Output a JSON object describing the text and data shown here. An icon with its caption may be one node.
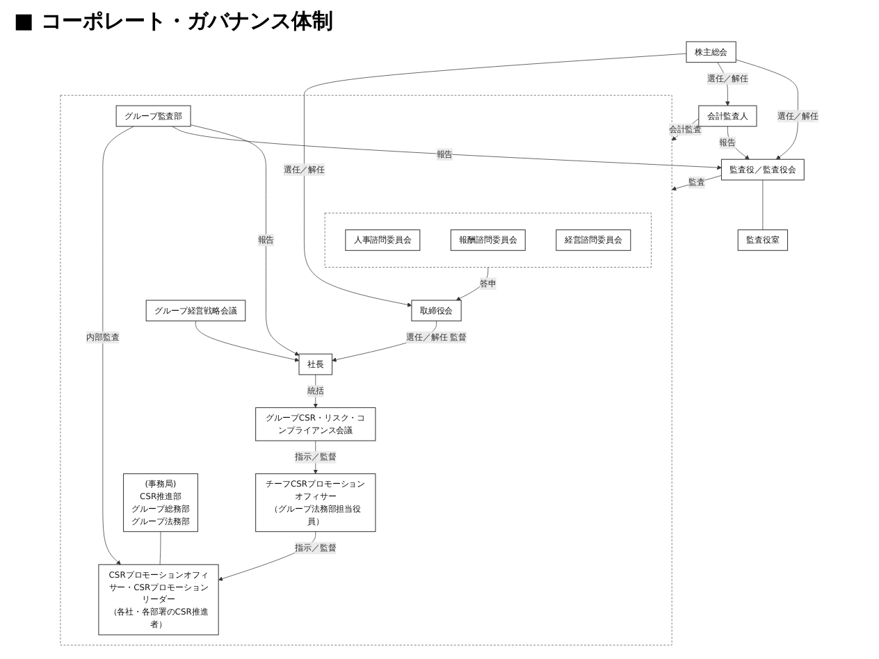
{
  "diagram": {
    "title": "■ コーポレート・ガバナンス体制",
    "nodes": [
      {
        "text": [
          "株主総会"
        ]
      },
      {
        "text": [
          "会計監査人"
        ]
      },
      {
        "text": [
          "監査役／監査役会"
        ]
      },
      {
        "text": [
          "監査役室"
        ]
      },
      {
        "text": [],
        "shape": "box"
      },
      {
        "text": [],
        "shape": "box",
        "in": 4
      },
      {
        "text": [
          "人事諮問委員会"
        ],
        "in": 5
      },
      {
        "text": [
          "報酬諮問委員会"
        ],
        "in": 5
      },
      {
        "text": [
          "経営諮問委員会"
        ],
        "in": 5
      },
      {
        "text": [
          "取締役会"
        ],
        "in": 4
      },
      {
        "text": [
          "グループ監査部"
        ],
        "in": 4
      },
      {
        "text": [
          "社長"
        ],
        "in": 4
      },
      {
        "text": [
          "グループ経営戦略会議"
        ],
        "in": 4
      },
      {
        "text": [
          "グループCSR・リスク・コンプライアンス会議"
        ],
        "in": 4
      },
      {
        "text": [
          "チーフCSRプロモーションオフィサー",
          "（グループ法務部担当役員）"
        ],
        "in": 4
      },
      {
        "text": [
          "(事務局)",
          "CSR推進部",
          "グループ総務部",
          "グループ法務部"
        ],
        "in": 4
      },
      {
        "text": [
          "CSRプロモーションオフィサー・CSRプロモーションリーダー",
          "（各社・各部署のCSR推進者）"
        ],
        "in": 4
      }
    ],
    "edges": [
      {
        "from": 0,
        "to": 2,
        "arrow": "to",
        "label": "選任／解任"
      },
      {
        "from": 0,
        "to": 1,
        "arrow": "to",
        "label": "選任／解任"
      },
      {
        "from": 0,
        "to": 9,
        "arrow": "to",
        "label": "選任／解任"
      },
      {
        "from": 1,
        "to": 4,
        "arrow": "to",
        "label": "会計監査"
      },
      {
        "from": 1,
        "to": 2,
        "arrow": "to",
        "label": "報告"
      },
      {
        "from": 2,
        "to": 4,
        "arrow": "to",
        "label": "監査"
      },
      {
        "from": 2,
        "to": 3,
        "arrow": "none"
      },
      {
        "from": 5,
        "to": 9,
        "arrow": "to",
        "label": "答申"
      },
      {
        "from": 9,
        "to": 11,
        "arrow": "to",
        "label": "選任／解任 監督"
      },
      {
        "from": 10,
        "to": 11,
        "arrow": "to",
        "label": "報告"
      },
      {
        "from": 10,
        "to": 2,
        "arrow": "to",
        "label": "報告"
      },
      {
        "from": 12,
        "to": 11,
        "arrow": "to"
      },
      {
        "from": 11,
        "to": 13,
        "arrow": "to",
        "label": "統括"
      },
      {
        "from": 13,
        "to": 14,
        "arrow": "to",
        "label": "指示／監督"
      },
      {
        "from": 14,
        "to": 16,
        "arrow": "to",
        "label": "指示／監督"
      },
      {
        "from": 15,
        "to": 16,
        "arrow": "none"
      },
      {
        "from": 10,
        "to": 16,
        "arrow": "to",
        "label": "内部監査"
      }
    ]
  }
}
